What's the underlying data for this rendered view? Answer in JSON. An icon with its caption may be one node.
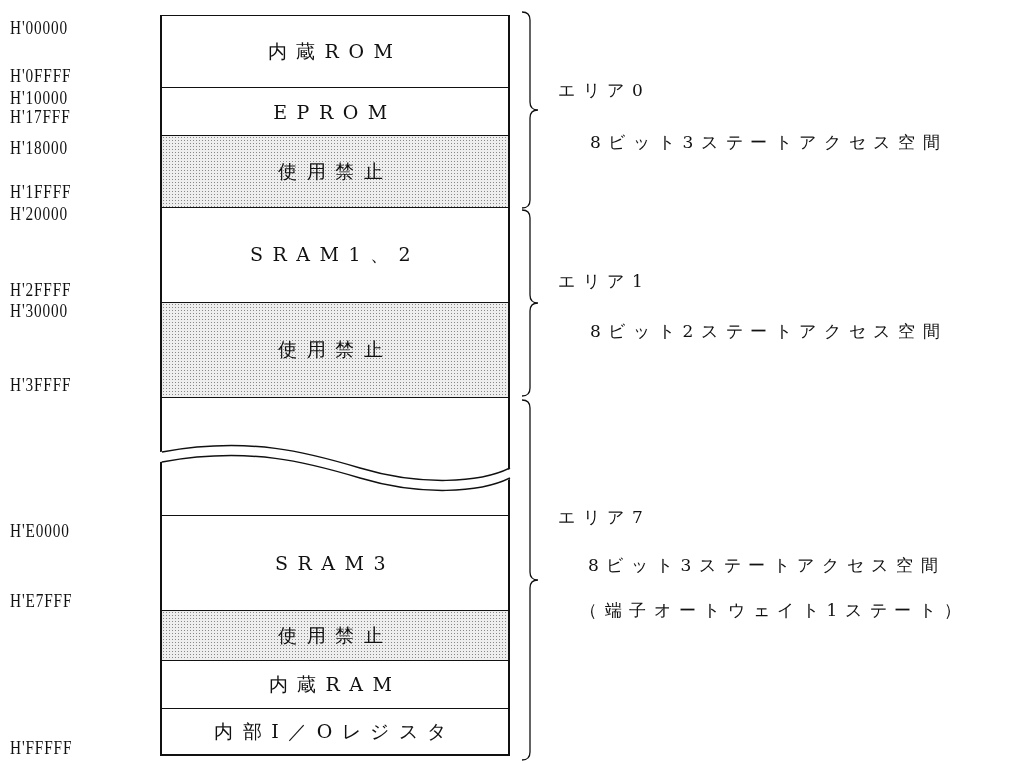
{
  "diagram": {
    "nodes": [
      {
        "text": [
          "内蔵ROM"
        ]
      },
      {
        "text": [
          "EPROM"
        ]
      },
      {
        "text": [
          "使用禁止"
        ]
      },
      {
        "text": [
          "SRAM1、2"
        ]
      },
      {
        "text": [
          "使用禁止"
        ]
      },
      {
        "text": [],
        "shape": "box"
      },
      {
        "text": [
          "SRAM3"
        ]
      },
      {
        "text": [
          "使用禁止"
        ]
      },
      {
        "text": [
          "内蔵RAM"
        ]
      },
      {
        "text": [
          "内部I／Oレジスタ"
        ]
      }
    ],
    "labels": [
      "H'00000",
      "H'0FFFF",
      "H'10000",
      "エリア0",
      "H'17FFF",
      "H'18000",
      "8ビット3ステートアクセス空間",
      "H'1FFFF",
      "H'20000",
      "H'2FFFF",
      "エリア1",
      "H'30000",
      "8ビット2ステートアクセス空間",
      "H'3FFFF",
      "H'E0000",
      "エリア7",
      "8ビット3ステートアクセス空間",
      "H'E7FFF",
      "（端子オートウェイト1ステート）",
      "H'FFFFF"
    ]
  }
}
